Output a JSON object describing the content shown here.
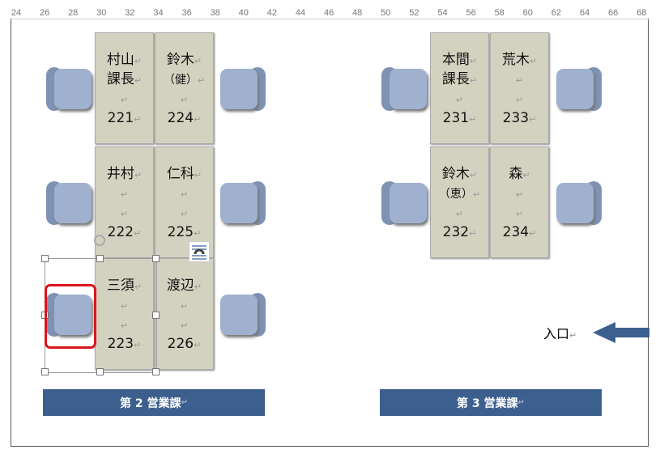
{
  "ruler": [
    "24",
    "26",
    "28",
    "30",
    "32",
    "34",
    "36",
    "38",
    "40",
    "42",
    "44",
    "46",
    "48",
    "50",
    "52",
    "54",
    "56",
    "58",
    "60",
    "62",
    "64",
    "66",
    "68"
  ],
  "return_mark": "↵",
  "desks": [
    {
      "name1": "村山",
      "name2": "課長",
      "number": "221"
    },
    {
      "name1": "鈴木",
      "name2": "（健）",
      "number": "224"
    },
    {
      "name1": "井村",
      "name2": "",
      "number": "222"
    },
    {
      "name1": "仁科",
      "name2": "",
      "number": "225"
    },
    {
      "name1": "三須",
      "name2": "",
      "number": "223"
    },
    {
      "name1": "渡辺",
      "name2": "",
      "number": "226"
    },
    {
      "name1": "本間",
      "name2": "課長",
      "number": "231"
    },
    {
      "name1": "荒木",
      "name2": "",
      "number": "233"
    },
    {
      "name1": "鈴木",
      "name2": "（恵）",
      "number": "232"
    },
    {
      "name1": "森",
      "name2": "",
      "number": "234"
    }
  ],
  "banners": [
    "第 2 営業課",
    "第 3 営業課"
  ],
  "entrance": "入口",
  "colors": {
    "banner": "#3c5f8d",
    "desk": "#d3d2c0",
    "chair": "#9fb1cf",
    "highlight": "#d9161c",
    "arrow": "#3c5f8d"
  }
}
